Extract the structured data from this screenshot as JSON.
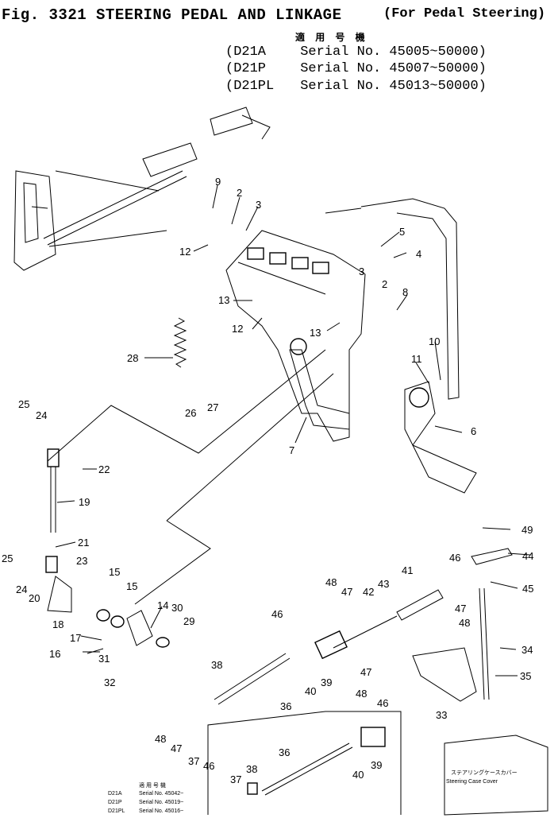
{
  "header": {
    "title": "Fig. 3321 STEERING PEDAL AND LINKAGE",
    "title_note": "For Pedal Steering",
    "applicable_jp": "適 用 号 機",
    "serials": [
      {
        "model": "D21A",
        "serial": "Serial No. 45005~50000"
      },
      {
        "model": "D21P",
        "serial": "Serial No. 45007~50000"
      },
      {
        "model": "D21PL",
        "serial": "Serial No. 45013~50000"
      }
    ]
  },
  "callouts": [
    "2",
    "2",
    "3",
    "3",
    "4",
    "5",
    "6",
    "7",
    "8",
    "9",
    "10",
    "11",
    "12",
    "12",
    "13",
    "13",
    "14",
    "15",
    "15",
    "16",
    "17",
    "18",
    "19",
    "20",
    "21",
    "22",
    "23",
    "24",
    "24",
    "25",
    "25",
    "26",
    "27",
    "28",
    "29",
    "30",
    "31",
    "32",
    "33",
    "34",
    "35",
    "36",
    "36",
    "37",
    "37",
    "38",
    "38",
    "39",
    "39",
    "40",
    "40",
    "41",
    "42",
    "43",
    "44",
    "45",
    "46",
    "46",
    "46",
    "46",
    "47",
    "47",
    "47",
    "47",
    "48",
    "48",
    "48",
    "48",
    "49"
  ],
  "inset": {
    "applicable_jp": "適 用 号 機",
    "serials": [
      {
        "model": "D21A",
        "serial": "Serial No. 45042~"
      },
      {
        "model": "D21P",
        "serial": "Serial No. 45019~"
      },
      {
        "model": "D21PL",
        "serial": "Serial No. 45016~"
      }
    ]
  },
  "cover_label_jp": "ステアリングケースカバー",
  "cover_label_en": "Steering Case Cover"
}
